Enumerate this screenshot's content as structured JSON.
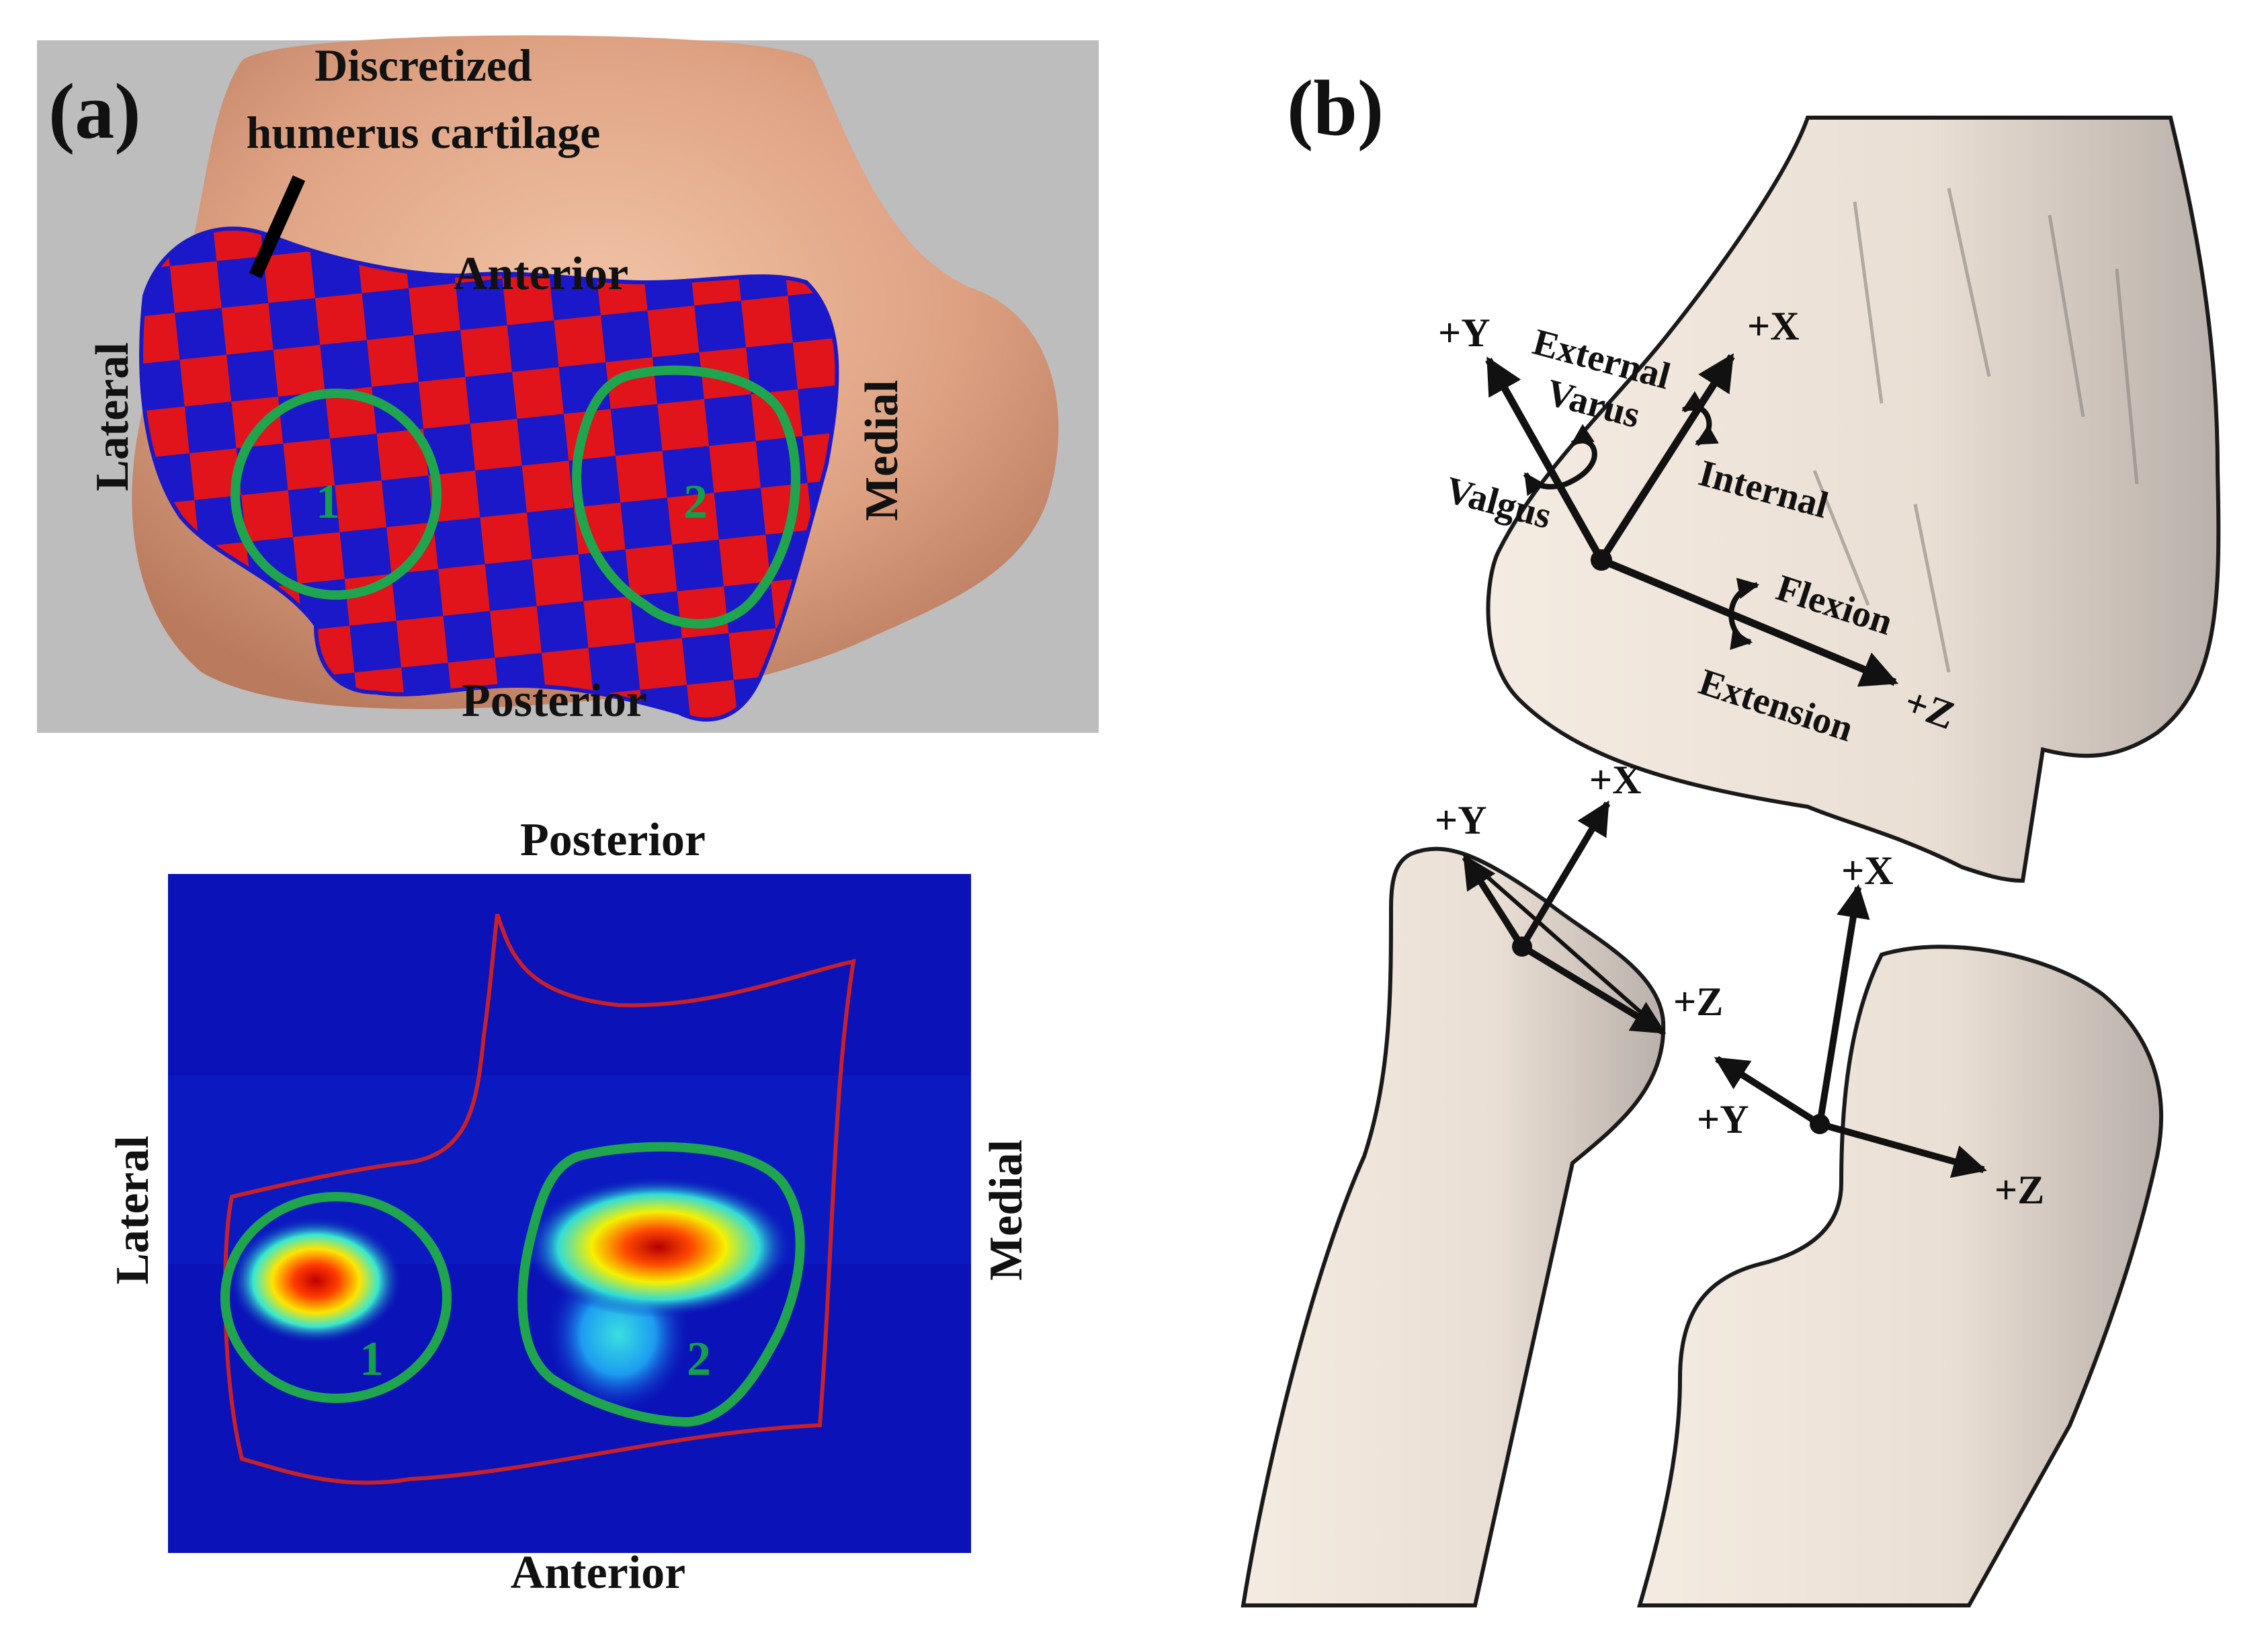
{
  "panel_a": {
    "label": "(a)",
    "annotation_line1": "Discretized",
    "annotation_line2": "humerus cartilage",
    "surface_labels": {
      "anterior": "Anterior",
      "posterior": "Posterior",
      "lateral": "Lateral",
      "medial": "Medial"
    },
    "map_labels": {
      "top": "Posterior",
      "bottom": "Anterior",
      "left": "Lateral",
      "right": "Medial"
    },
    "regions": [
      "1",
      "2"
    ],
    "colors": {
      "checker_red": "#e0141a",
      "checker_blue": "#1a18c8",
      "region_outline": "#1fa54e",
      "heatmap_background": "#0a12b8",
      "cartilage_outline": "#c8202a",
      "model_background": "#bdbdbd",
      "bone_skin": "#e0a98a"
    }
  },
  "panel_b": {
    "label": "(b)",
    "humerus_axes": {
      "x": "+X",
      "y": "+Y",
      "z": "+Z"
    },
    "motions": {
      "external": "External",
      "internal": "Internal",
      "varus": "Varus",
      "valgus": "Valgus",
      "flexion": "Flexion",
      "extension": "Extension"
    },
    "radius_axes": {
      "x": "+X",
      "y": "+Y",
      "z": "+Z"
    },
    "ulna_axes": {
      "x": "+X",
      "y": "+Y",
      "z": "+Z"
    },
    "colors": {
      "bone": "#ede3d9",
      "bone_shadow": "#b5aca6",
      "axis": "#111111"
    }
  }
}
